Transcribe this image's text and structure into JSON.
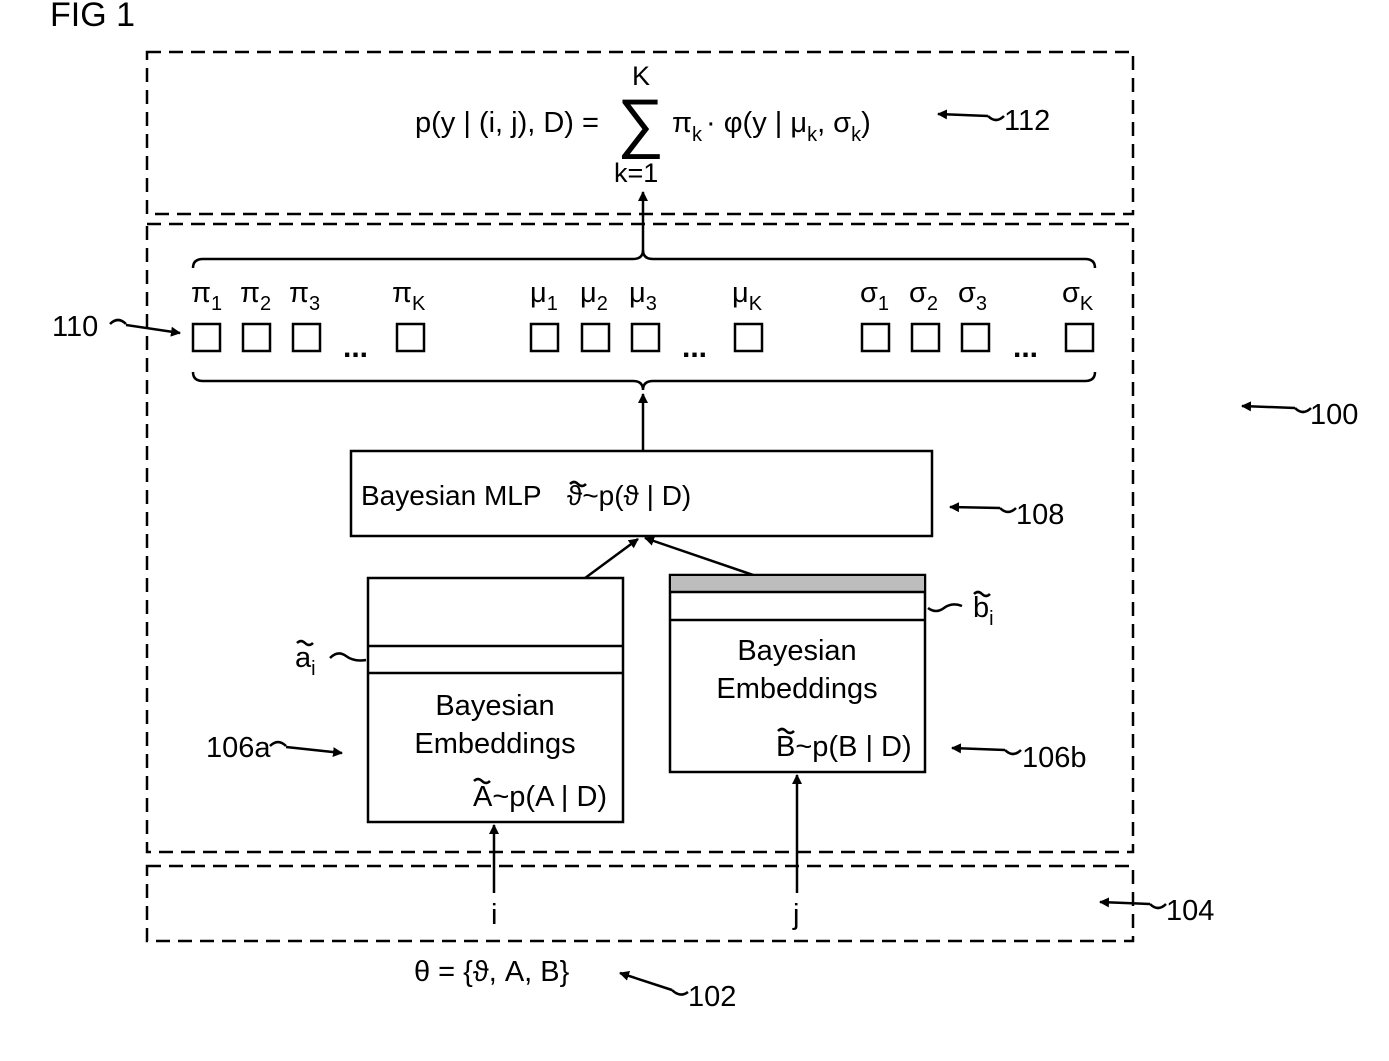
{
  "figure": {
    "title": "FIG 1"
  },
  "formula": {
    "lhs": "p(y | (i, j), D) =",
    "sum_upper": "K",
    "sum_lower": "k=1",
    "rhs": "π",
    "rhs_sub": "k",
    "rhs_rest": "· φ(y | μ",
    "rhs_mu_sub": "k",
    "rhs_sep": ", σ",
    "rhs_sigma_sub": "k",
    "rhs_close": ")"
  },
  "mixture": {
    "pi_labels": [
      {
        "sym": "π",
        "sub": "1"
      },
      {
        "sym": "π",
        "sub": "2"
      },
      {
        "sym": "π",
        "sub": "3"
      },
      {
        "sym": "π",
        "sub": "K"
      }
    ],
    "mu_labels": [
      {
        "sym": "μ",
        "sub": "1"
      },
      {
        "sym": "μ",
        "sub": "2"
      },
      {
        "sym": "μ",
        "sub": "3"
      },
      {
        "sym": "μ",
        "sub": "K"
      }
    ],
    "sigma_labels": [
      {
        "sym": "σ",
        "sub": "1"
      },
      {
        "sym": "σ",
        "sub": "2"
      },
      {
        "sym": "σ",
        "sub": "3"
      },
      {
        "sym": "σ",
        "sub": "K"
      }
    ],
    "ellipsis": "..."
  },
  "mlp": {
    "label": "Bayesian MLP",
    "dist": "ϑ~p(ϑ | D)"
  },
  "embed_a": {
    "line1": "Bayesian",
    "line2": "Embeddings",
    "dist": "A~p(A | D)",
    "row_label": "a",
    "row_sub": "i"
  },
  "embed_b": {
    "line1": "Bayesian",
    "line2": "Embeddings",
    "dist": "B~p(B | D)",
    "row_label": "b",
    "row_sub": "i"
  },
  "inputs": {
    "i": "i",
    "j": "j"
  },
  "params": {
    "theta": "θ = {ϑ, A, B}"
  },
  "refs": {
    "r112": "112",
    "r110": "110",
    "r100": "100",
    "r108": "108",
    "r106a": "106a",
    "r106b": "106b",
    "r104": "104",
    "r102": "102"
  }
}
